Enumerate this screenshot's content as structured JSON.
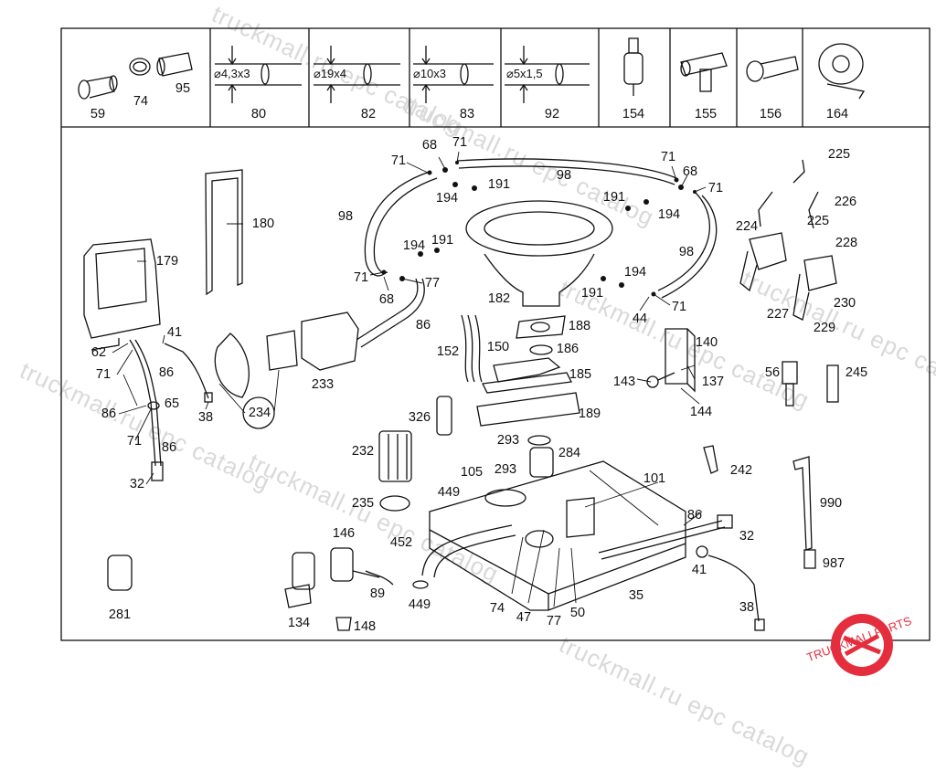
{
  "watermark": "truckmall.ru epc catalog",
  "brand": {
    "name": "TRUCKMALLPARTS",
    "accent": "#e52e3d"
  },
  "header_cells": [
    {
      "label": "59"
    },
    {
      "label": "74"
    },
    {
      "label": "95"
    },
    {
      "label": "80",
      "dim": "4,3x3"
    },
    {
      "label": "82",
      "dim": "19x4"
    },
    {
      "label": "83",
      "dim": "10x3"
    },
    {
      "label": "92",
      "dim": "5x1,5"
    },
    {
      "label": "154"
    },
    {
      "label": "155"
    },
    {
      "label": "156"
    },
    {
      "label": "164"
    }
  ],
  "callouts": {
    "c180": "180",
    "c179": "179",
    "c41a": "41",
    "c62": "62",
    "c71a": "71",
    "c86a": "86",
    "c86b": "86",
    "c65": "65",
    "c71b": "71",
    "c86c": "86",
    "c32a": "32",
    "c38a": "38",
    "c234": "234",
    "c233": "233",
    "c98a": "98",
    "c71c": "71",
    "c68a": "68",
    "c71d": "71",
    "c194a": "194",
    "c191a": "191",
    "c98b": "98",
    "c194b": "194",
    "c191b": "191",
    "c71e": "71",
    "c77a": "77",
    "c68b": "68",
    "c86d": "86",
    "c182": "182",
    "c71f": "71",
    "c68c": "68",
    "c71g": "71",
    "c191c": "191",
    "c194c": "194",
    "c98c": "98",
    "c194d": "194",
    "c191d": "191",
    "c44": "44",
    "c71h": "71",
    "c225a": "225",
    "c226": "226",
    "c225b": "225",
    "c224": "224",
    "c228": "228",
    "c227": "227",
    "c230": "230",
    "c229": "229",
    "c188": "188",
    "c186": "186",
    "c152": "152",
    "c150": "150",
    "c185": "185",
    "c189": "189",
    "c140": "140",
    "c143": "143",
    "c137": "137",
    "c144": "144",
    "c56": "56",
    "c245": "245",
    "c326": "326",
    "c293a": "293",
    "c284": "284",
    "c232": "232",
    "c105": "105",
    "c293b": "293",
    "c101": "101",
    "c449a": "449",
    "c235": "235",
    "c242": "242",
    "c990": "990",
    "c146": "146",
    "c452": "452",
    "c86e": "86",
    "c32b": "32",
    "c41b": "41",
    "c987": "987",
    "c89": "89",
    "c449b": "449",
    "c35": "35",
    "c281": "281",
    "c134": "134",
    "c148": "148",
    "c74": "74",
    "c47": "47",
    "c77b": "77",
    "c50": "50",
    "c38b": "38"
  }
}
